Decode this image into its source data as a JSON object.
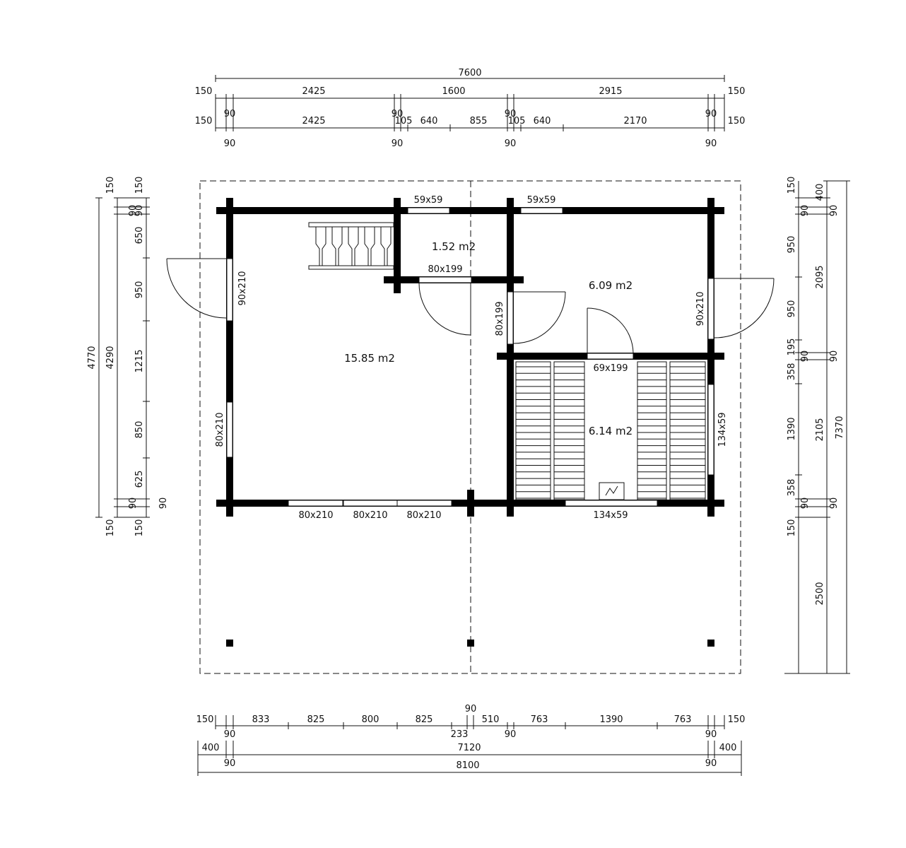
{
  "top_dims": {
    "overall": "7600",
    "row1": [
      "150",
      "2425",
      "1600",
      "2915",
      "150"
    ],
    "row1_sub": [
      "90",
      "90",
      "90",
      "90"
    ],
    "row2": [
      "150",
      "2425",
      "105",
      "640",
      "855",
      "105",
      "640",
      "2170",
      "150"
    ],
    "row2_sub": [
      "90",
      "90",
      "90",
      "90"
    ]
  },
  "bottom_dims": {
    "row1": [
      "150",
      "833",
      "825",
      "800",
      "825",
      "233",
      "510",
      "763",
      "1390",
      "763",
      "150"
    ],
    "row1_top": "90",
    "row1_sub": [
      "90",
      "90",
      "90"
    ],
    "row2": [
      "400",
      "7120",
      "400"
    ],
    "row2_sub": [
      "90",
      "90"
    ],
    "overall": "8100"
  },
  "left_dims": {
    "outer": "4770",
    "inner": "4290",
    "segments": [
      "150",
      "90",
      "650",
      "950",
      "1215",
      "850",
      "625",
      "90",
      "150"
    ],
    "segments_dup": [
      "150",
      "90",
      "90",
      "150"
    ]
  },
  "right_dims": {
    "overall": "7370",
    "upper": "2095",
    "lower": "2105",
    "segments_a": [
      "150",
      "90",
      "950",
      "950",
      "195",
      "90",
      "358",
      "1390",
      "358",
      "90",
      "150",
      "2500"
    ],
    "segments_b": [
      "400",
      "90",
      "90",
      "90"
    ]
  },
  "rooms": [
    {
      "name": "room-main",
      "area": "15.85 m2"
    },
    {
      "name": "room-hall",
      "area": "1.52 m2"
    },
    {
      "name": "room-right",
      "area": "6.09 m2"
    },
    {
      "name": "room-sauna",
      "area": "6.14 m2"
    }
  ],
  "openings": {
    "top_left_window": "59x59",
    "top_right_window": "59x59",
    "hall_door": "80x199",
    "left_door": "90x210",
    "left_window": "80x210",
    "inner_door": "80x199",
    "right_door": "90x210",
    "sauna_door": "69x199",
    "sauna_window_right": "134x59",
    "sauna_window_bottom": "134x59",
    "front_1": "80x210",
    "front_2": "80x210",
    "front_3": "80x210"
  }
}
